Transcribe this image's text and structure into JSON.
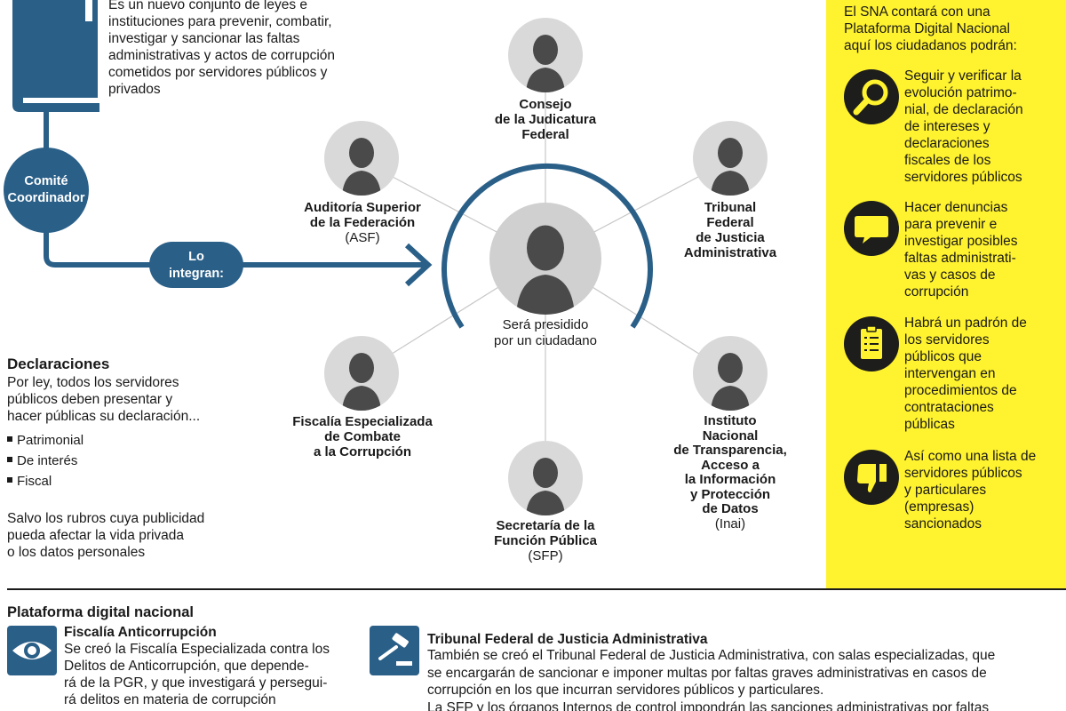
{
  "intro": {
    "text": "Es un nuevo conjunto de leyes e instituciones para prevenir, combatir, investigar y sancionar las faltas administrativas y actos de corrupción cometidos por servidores públicos y privados"
  },
  "committee": {
    "label_line1": "Comité",
    "label_line2": "Coordinador",
    "pill_line1": "Lo",
    "pill_line2": "integran:"
  },
  "members": {
    "consejo": [
      "Consejo",
      "de la Judicatura",
      "Federal"
    ],
    "asf": [
      "Auditoría Superior",
      "de la Federación"
    ],
    "asf_abbr": "(ASF)",
    "tribunal": [
      "Tribunal",
      "Federal",
      "de Justicia",
      "Administrativa"
    ],
    "center": [
      "Será presidido",
      "por un ciudadano"
    ],
    "fiscalia": [
      "Fiscalía Especializada",
      "de Combate",
      "a la Corrupción"
    ],
    "inai": [
      "Instituto",
      "Nacional",
      "de Transparencia,",
      "Acceso a",
      "la Información",
      "y Protección",
      "de Datos"
    ],
    "inai_abbr": "(Inai)",
    "sfp": [
      "Secretaría de la",
      "Función Pública"
    ],
    "sfp_abbr": "(SFP)"
  },
  "declaraciones": {
    "title": "Declaraciones",
    "text": [
      "Por ley, todos los servidores",
      "públicos deben presentar y",
      "hacer públicas su declaración..."
    ],
    "items": [
      "Patrimonial",
      "De interés",
      "Fiscal"
    ],
    "note": [
      "Salvo los rubros cuya publicidad",
      "pueda afectar la vida privada",
      "o los datos personales"
    ]
  },
  "platform_panel": {
    "intro": [
      "El SNA contará con una",
      "Plataforma Digital Nacional",
      "aquí los ciudadanos podrán:"
    ],
    "items": [
      {
        "icon": "magnifier-icon",
        "lines": [
          "Seguir y verificar  la",
          "evolución patrimo-",
          "nial, de declaración",
          "de intereses y",
          "declaraciones",
          "fiscales de los",
          "servidores públicos"
        ]
      },
      {
        "icon": "speech-bubble-icon",
        "lines": [
          "Hacer denuncias",
          "para prevenir e",
          "investigar posibles",
          "faltas administrati-",
          "vas y casos de",
          "corrupción"
        ]
      },
      {
        "icon": "clipboard-icon",
        "lines": [
          "Habrá un padrón de",
          "los servidores",
          "públicos que",
          "intervengan en",
          "procedimientos de",
          "contrataciones",
          "públicas"
        ]
      },
      {
        "icon": "thumbs-down-icon",
        "lines": [
          "Así como una lista de",
          "servidores públicos",
          "y particulares",
          "(empresas)",
          "sancionados"
        ]
      }
    ]
  },
  "bottom": {
    "section_title": "Plataforma digital nacional",
    "fiscalia": {
      "title": "Fiscalía Anticorrupción",
      "lines": [
        "Se creó la Fiscalía Especializada contra los",
        "Delitos de Anticorrupción, que depende-",
        "rá de la PGR, y que investigará y persegui-",
        "rá delitos en materia de corrupción"
      ]
    },
    "tribunal": {
      "title": "Tribunal Federal de Justicia Administrativa",
      "lines": [
        "También se creó el Tribunal Federal de Justicia Administrativa, con salas especializadas, que",
        "se encargarán  de sancionar e imponer multas por faltas graves administrativas en casos de",
        "corrupción en los que incurran servidores públicos y particulares.",
        "La SFP y los órganos Internos de control impondrán las sanciones administrativas por faltas"
      ]
    }
  },
  "colors": {
    "accent_blue": "#2a5f88",
    "yellow": "#fff22e",
    "face_gray": "#d9d9d9",
    "silhouette": "#4a4a4a"
  }
}
